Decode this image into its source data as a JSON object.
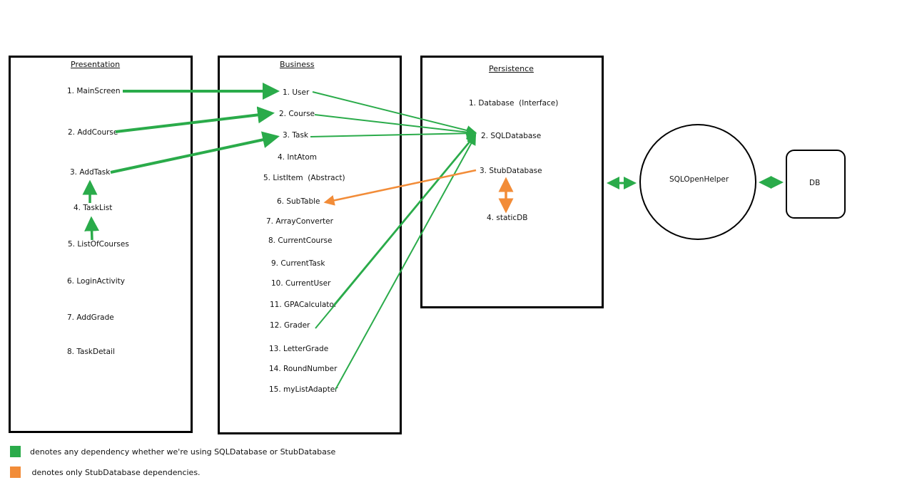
{
  "colors": {
    "all_dependency": "#2aab4a",
    "stub_dependency": "#f28c38",
    "border": "#000000"
  },
  "presentation": {
    "title": "Presentation",
    "items": [
      "1. MainScreen",
      "2. AddCourse",
      "3. AddTask",
      "4. TaskList",
      "5. ListOfCourses",
      "6. LoginActivity",
      "7. AddGrade",
      "8. TaskDetail"
    ]
  },
  "business": {
    "title": "Business",
    "items": [
      "1. User",
      "2. Course",
      "3. Task",
      "4. IntAtom",
      "5. ListItem  (Abstract)",
      "6. SubTable",
      "7. ArrayConverter",
      "8. CurrentCourse",
      "9. CurrentTask",
      "10. CurrentUser",
      "11. GPACalculator",
      "12. Grader",
      "13. LetterGrade",
      "14. RoundNumber",
      "15. myListAdapter"
    ]
  },
  "persistence": {
    "title": "Persistence",
    "items": [
      "1. Database  (Interface)",
      "2. SQLDatabase",
      "3. StubDatabase",
      "4. staticDB"
    ]
  },
  "external": {
    "helper": "SQLOpenHelper",
    "db": "DB"
  },
  "legend": {
    "all": "denotes any dependency whether we're using SQLDatabase or StubDatabase",
    "stub": " denotes only StubDatabase dependencies."
  }
}
